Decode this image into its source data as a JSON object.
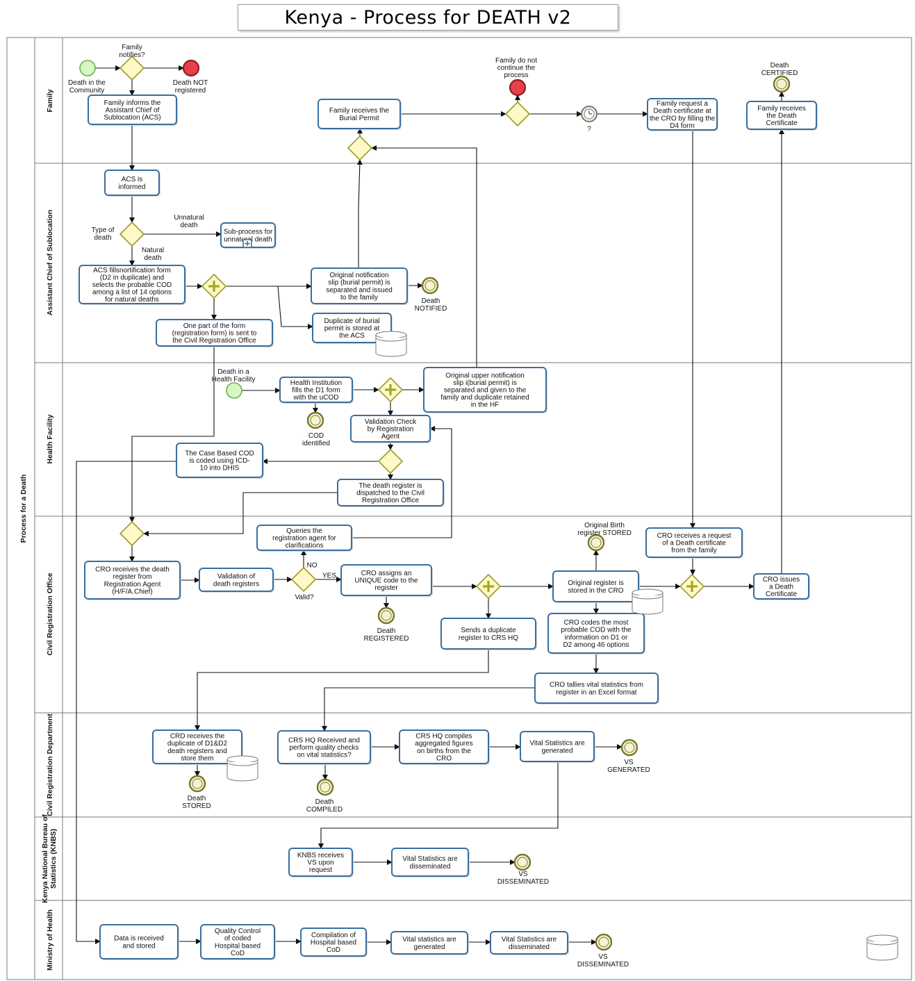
{
  "title": "Kenya - Process for DEATH v2",
  "pool": {
    "label": "Process for a Death"
  },
  "lanes": [
    "Family",
    "Assistant Chief of Sublocation",
    "Health Facility",
    "Civil Registration Office",
    "Civil Registration Department",
    "Kenya National Bureau of Statistics (KNBS)",
    "Ministry of Health"
  ],
  "tasks": {
    "family_informs_acs": [
      "Family informs the",
      "Assistant Chief of",
      "Sublocation (ACS)"
    ],
    "family_receives_burial": [
      "Family receives the",
      "Burial Permit"
    ],
    "family_request_cert": [
      "Family request a",
      "Death certificate at",
      "the CRO by filling the",
      "D4 form"
    ],
    "family_receives_cert": [
      "Family receives",
      "the Death",
      "Certificate"
    ],
    "acs_informed": [
      "ACS is",
      "informed"
    ],
    "subprocess_unnatural": [
      "Sub-process for",
      "unnatural death"
    ],
    "acs_fills_form": [
      "ACS fillsnortification  form",
      "(D2 in duplicate) and",
      "selects the probable COD",
      "among a list of 14 options",
      "for natural deaths"
    ],
    "original_slip_acs": [
      "Original notification",
      "slip (burial permit) is",
      "separated and issued",
      "to the family"
    ],
    "duplicate_stored_acs": [
      "Duplicate of burial",
      "permit is stored at",
      "the ACS"
    ],
    "part_form_sent": [
      "One part of the form",
      "(registration form) is sent to",
      "the Civil Registration Office"
    ],
    "hi_fills_d1": [
      "Health Institution",
      "fills the D1 form",
      "with the uCOD"
    ],
    "original_upper_slip": [
      "Original upper notification",
      "slip i(burial permit) is",
      "separated and given to the",
      "family and duplicate retained",
      "in the HF"
    ],
    "validation_check": [
      "Validation Check",
      "by Registration",
      "Agent"
    ],
    "case_based_cod": [
      "The Case Based COD",
      "is coded using ICD-",
      "10 into DHIS"
    ],
    "death_register_dispatched": [
      "The death register is",
      "dispatched  to the Civil",
      "Registration Office"
    ],
    "queries_agent": [
      "Queries the",
      "registration agent for",
      "clarifications"
    ],
    "cro_receives_register": [
      "CRO receives the death",
      "register from",
      "Registration Agent",
      "(H/F/A.Chief)"
    ],
    "validation_registers": [
      "Validation of",
      "death registers"
    ],
    "cro_assigns_code": [
      "CRO assigns an",
      "UNIQUE code to the",
      "register"
    ],
    "sends_duplicate": [
      "Sends a duplicate",
      "register to CRS HQ"
    ],
    "original_register_stored": [
      "Original register is",
      "stored in the CRO"
    ],
    "cro_codes_cod": [
      "CRO codes the most",
      "probable COD with the",
      "information on D1 or",
      "D2 among 46 options"
    ],
    "cro_tallies": [
      "CRO tallies vital statistics from",
      "register in an Excel format"
    ],
    "cro_receives_request": [
      "CRO receives a request",
      "of a Death certificate",
      "from the family"
    ],
    "cro_issues_cert": [
      "CRO issues",
      "a Death",
      "Certificate"
    ],
    "crd_receives_duplicate": [
      "CRD receives the",
      "duplicate of D1&D2",
      "death registers and",
      "store them"
    ],
    "crs_hq_received": [
      "CRS HQ Received and",
      "perform quality checks",
      "on vital statistics?"
    ],
    "crs_hq_compiles": [
      "CRS HQ compiles",
      "aggregated figures",
      "on births from the",
      "CRO"
    ],
    "vs_generated_crd": [
      "Vital Statistics are",
      "generated"
    ],
    "knbs_receives": [
      "KNBS receives",
      "VS upon",
      "request"
    ],
    "vs_disseminated_knbs": [
      "Vital Statistics are",
      "disseminated"
    ],
    "moh_data_received": [
      "Data is received",
      "and stored"
    ],
    "moh_quality_control": [
      "Quality Control",
      "of coded",
      "Hospital based",
      "CoD"
    ],
    "moh_compilation": [
      "Compilation of",
      "Hospital based",
      "CoD"
    ],
    "moh_vs_generated": [
      "Vital statistics are",
      "generated"
    ],
    "moh_vs_disseminated": [
      "Vital Statistics are",
      "disseminated"
    ]
  },
  "events": {
    "start_community": [
      "Death in the",
      "Community"
    ],
    "end_not_registered": [
      "Death NOT",
      "registered"
    ],
    "end_family_not_continue": [
      "Family do not",
      "continue the",
      "process"
    ],
    "timer_label": [
      "?"
    ],
    "end_certified": [
      "Death",
      "CERTIFIED"
    ],
    "end_notified": [
      "Death",
      "NOTIFIED"
    ],
    "start_health_facility": [
      "Death in a",
      "Health Facility"
    ],
    "end_cod_identified": [
      "COD",
      "identified"
    ],
    "end_registered": [
      "Death",
      "REGISTERED"
    ],
    "end_birth_stored": [
      "Original Birth",
      "register STORED"
    ],
    "end_death_stored": [
      "Death",
      "STORED"
    ],
    "end_death_compiled": [
      "Death",
      "COMPILED"
    ],
    "end_vs_generated": [
      "VS",
      "GENERATED"
    ],
    "end_vs_disseminated_knbs": [
      "VS",
      "DISSEMINATED"
    ],
    "end_vs_disseminated_moh": [
      "VS",
      "DISSEMINATED"
    ]
  },
  "gateway_labels": {
    "family_notifies": [
      "Family",
      "notifies?"
    ],
    "type_of_death": [
      "Type of",
      "death"
    ],
    "unnatural": [
      "Unnatural",
      "death"
    ],
    "natural": [
      "Natural",
      "death"
    ],
    "valid": [
      "Valid?"
    ],
    "yes": [
      "YES"
    ],
    "no": [
      "NO"
    ]
  }
}
